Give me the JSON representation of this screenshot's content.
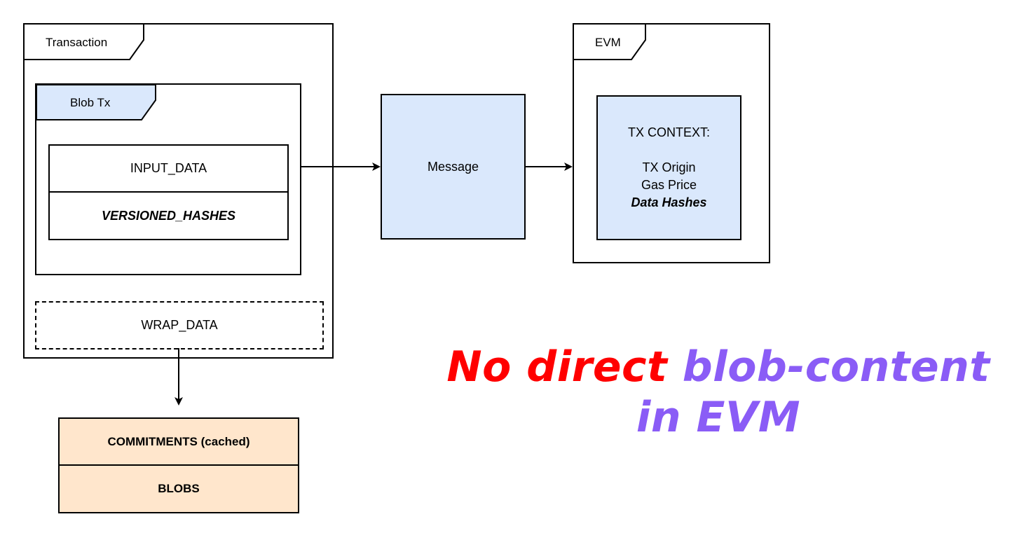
{
  "transaction": {
    "label": "Transaction"
  },
  "blob_tx": {
    "label": "Blob Tx",
    "fields": [
      "INPUT_DATA",
      "VERSIONED_HASHES"
    ]
  },
  "wrap_data": {
    "label": "WRAP_DATA"
  },
  "message": {
    "label": "Message"
  },
  "evm": {
    "label": "EVM",
    "context_title": "TX CONTEXT:",
    "context_items": [
      "TX Origin",
      "Gas Price",
      "Data Hashes"
    ]
  },
  "commitments": {
    "rows": [
      "COMMITMENTS (cached)",
      "BLOBS"
    ]
  },
  "headline": {
    "part1": "No direct",
    "part2": "blob-content",
    "part3": "in EVM",
    "color_red": "#ff0000",
    "color_purple": "#8a5cf6"
  },
  "colors": {
    "blue_fill": "#dae8fc",
    "peach_fill": "#ffe6cc",
    "stroke": "#000000"
  }
}
